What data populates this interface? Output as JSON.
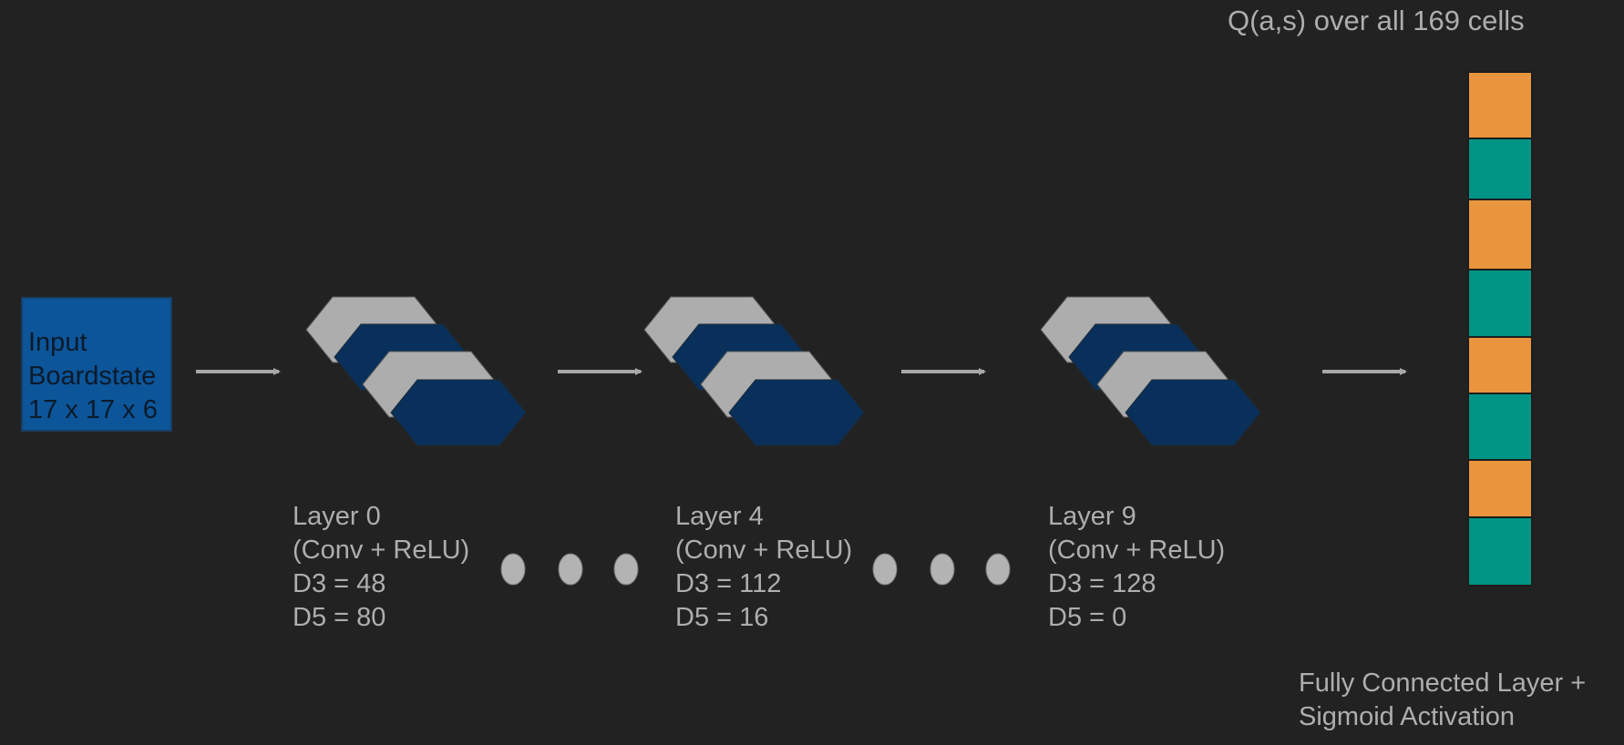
{
  "title": "Q(a,s) over all 169 cells",
  "input": {
    "text": "Input\nBoardstate\n17 x 17 x 6"
  },
  "layers": [
    {
      "name": "Layer 0",
      "type": "(Conv + ReLU)",
      "d3": "D3 = 48",
      "d5": "D5 = 80"
    },
    {
      "name": "Layer 4",
      "type": "(Conv + ReLU)",
      "d3": "D3 = 112",
      "d5": "D5 = 16"
    },
    {
      "name": "Layer 9",
      "type": "(Conv + ReLU)",
      "d3": "D3 = 128",
      "d5": "D5 = 0"
    }
  ],
  "output": {
    "caption_line1": "Fully Connected Layer +",
    "caption_line2": "Sigmoid Activation",
    "cells": [
      "orange",
      "teal",
      "orange",
      "teal",
      "orange",
      "teal",
      "orange",
      "teal"
    ]
  },
  "colors": {
    "background": "#222222",
    "text": "#aeaeae",
    "input_fill": "#0c5599",
    "hex_gray": "#adadad",
    "hex_blue": "#08305a",
    "orange": "#e8953d",
    "teal": "#009485",
    "arrow": "#a8a8a8",
    "dot": "#b3b3b3"
  }
}
